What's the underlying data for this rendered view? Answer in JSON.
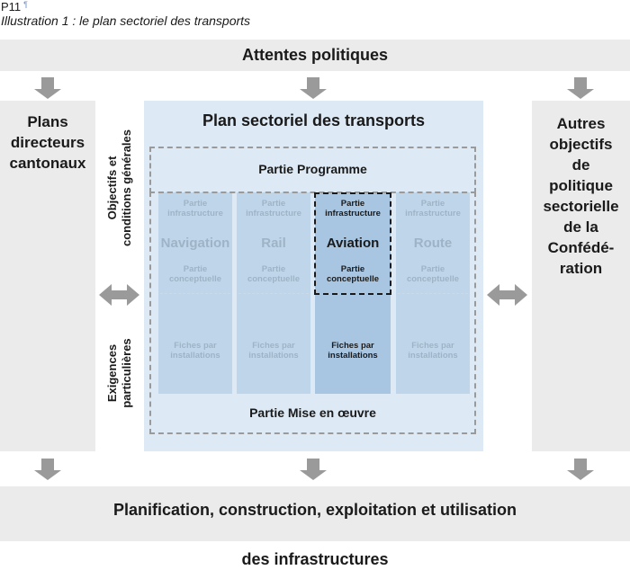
{
  "header": {
    "code": "P11",
    "pilcrow": "¶",
    "caption": "Illustration 1 : le plan sectoriel des transports"
  },
  "top_band": {
    "title": "Attentes politiques"
  },
  "left_box": {
    "lines": [
      "Plans",
      "directeurs",
      "cantonaux"
    ]
  },
  "right_box": {
    "lines": [
      "Autres",
      "objectifs",
      "de",
      "politique",
      "sectorielle",
      "de la",
      "Confédé-",
      "ration"
    ]
  },
  "vertical_labels": {
    "top": [
      "Objectifs et",
      "conditions générales"
    ],
    "bottom": [
      "Exigences",
      "particulières"
    ]
  },
  "center": {
    "title": "Plan sectoriel des transports",
    "programme": "Partie Programme",
    "mise_en_oeuvre": "Partie Mise en œuvre",
    "columns": [
      {
        "infra": [
          "Partie",
          "infrastructure"
        ],
        "name": "Navigation",
        "concept": [
          "Partie",
          "conceptuelle"
        ],
        "fiches": [
          "Fiches par",
          "installations"
        ],
        "highlighted": false
      },
      {
        "infra": [
          "Partie",
          "infrastructure"
        ],
        "name": "Rail",
        "concept": [
          "Partie",
          "conceptuelle"
        ],
        "fiches": [
          "Fiches par",
          "installations"
        ],
        "highlighted": false
      },
      {
        "infra": [
          "Partie",
          "infrastructure"
        ],
        "name": "Aviation",
        "concept": [
          "Partie",
          "conceptuelle"
        ],
        "fiches": [
          "Fiches par",
          "installations"
        ],
        "highlighted": true
      },
      {
        "infra": [
          "Partie",
          "infrastructure"
        ],
        "name": "Route",
        "concept": [
          "Partie",
          "conceptuelle"
        ],
        "fiches": [
          "Fiches par",
          "installations"
        ],
        "highlighted": false
      }
    ]
  },
  "bottom_band": {
    "lines": [
      "Planification, construction, exploitation et utilisation",
      "des infrastructures"
    ]
  },
  "colors": {
    "band": "#ebebeb",
    "panel": "#ddeaf5",
    "column": "#bfd6ea",
    "column_highlight": "#a8c6e2",
    "arrow": "#9a9a9a",
    "faded_text": "#9fb3c6"
  }
}
